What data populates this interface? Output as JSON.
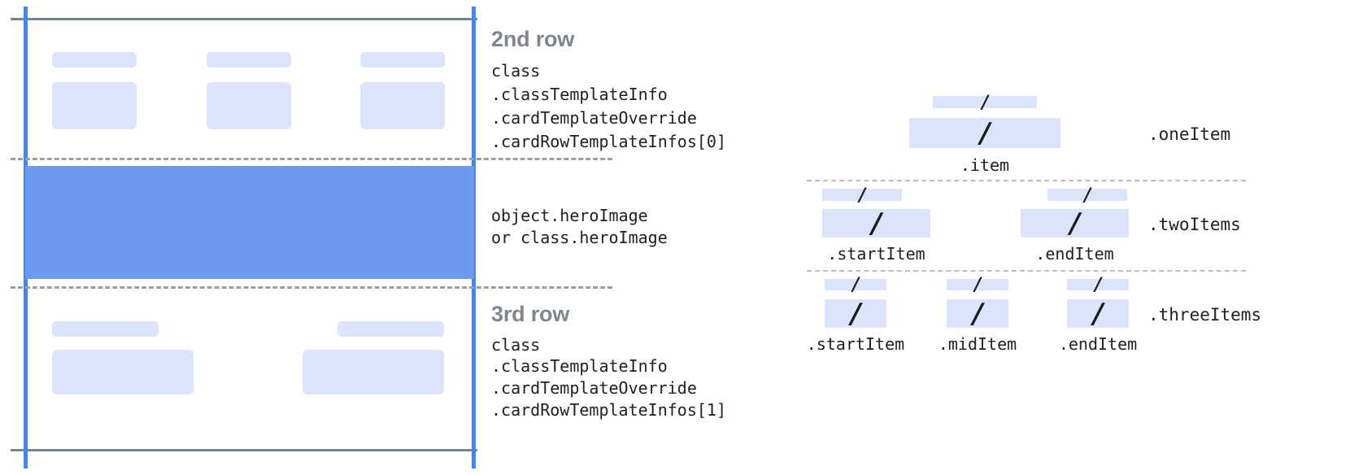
{
  "diagram": {
    "left_panel": {
      "rows": [
        {
          "title": "2nd row",
          "code_lines": [
            "class",
            ".classTemplateInfo",
            ".cardTemplateOverride",
            ".cardRowTemplateInfos[0]"
          ],
          "columns": 3
        },
        {
          "title": "",
          "code_lines": [
            "object.heroImage",
            "or class.heroImage"
          ],
          "columns": 0
        },
        {
          "title": "3rd row",
          "code_lines": [
            "class",
            ".classTemplateInfo",
            ".cardTemplateOverride",
            ".cardRowTemplateInfos[1]"
          ],
          "columns": 2
        }
      ]
    },
    "right_panel": {
      "slash_glyph": "/",
      "groups": [
        {
          "name": ".oneItem",
          "items": [
            {
              "label": ".item"
            }
          ]
        },
        {
          "name": ".twoItems",
          "items": [
            {
              "label": ".startItem"
            },
            {
              "label": ".endItem"
            }
          ]
        },
        {
          "name": ".threeItems",
          "items": [
            {
              "label": ".startItem"
            },
            {
              "label": ".midItem"
            },
            {
              "label": ".endItem"
            }
          ]
        }
      ]
    },
    "colors": {
      "placeholder": "#dbe4fa",
      "hero": "#6d9aec",
      "guide_blue": "#4285f4",
      "guide_gray": "#7b838b",
      "dashed_gray": "#9aa0a6",
      "title_gray": "#80868b",
      "code_text": "#202124"
    }
  }
}
